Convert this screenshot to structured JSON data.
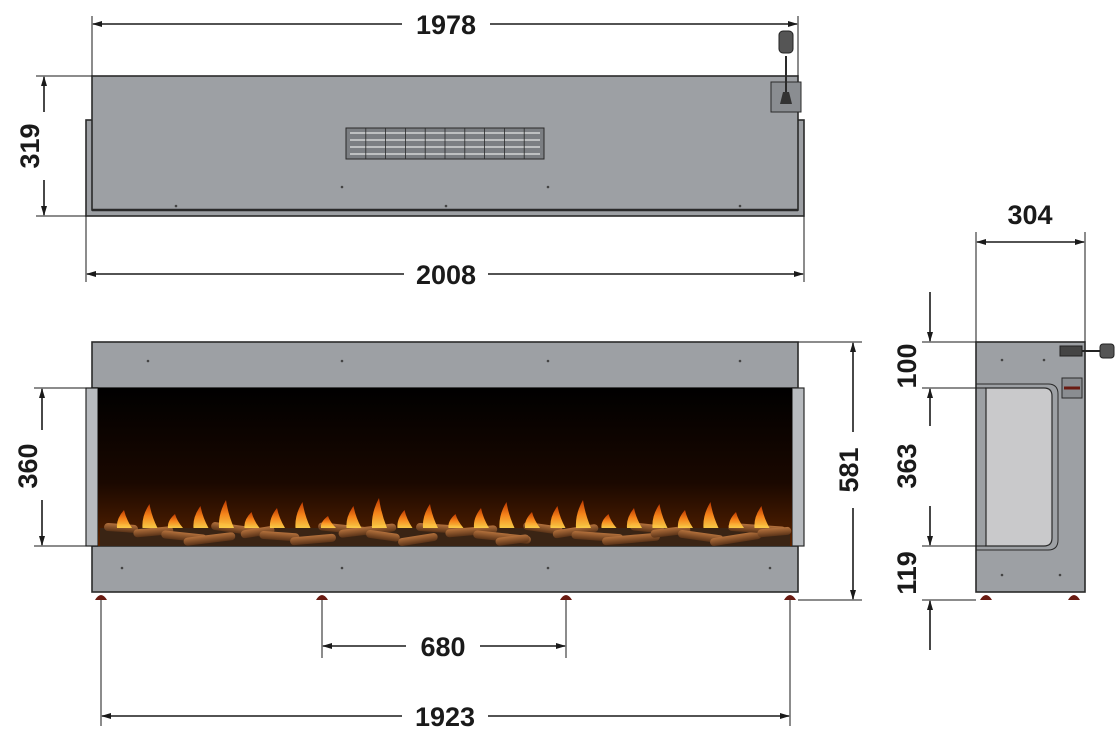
{
  "dimensions": {
    "top_width": "1978",
    "top_height": "319",
    "top_base_width": "2008",
    "front_opening_height": "360",
    "front_total_height": "581",
    "feet_spacing": "680",
    "feet_total_width": "1923",
    "side_depth": "304",
    "side_top": "100",
    "side_opening": "363",
    "side_bottom": "119"
  },
  "colors": {
    "panel": "#9da0a4",
    "glass": "#000000",
    "flame": "#ff8a1c",
    "line": "#1a1a1a"
  }
}
